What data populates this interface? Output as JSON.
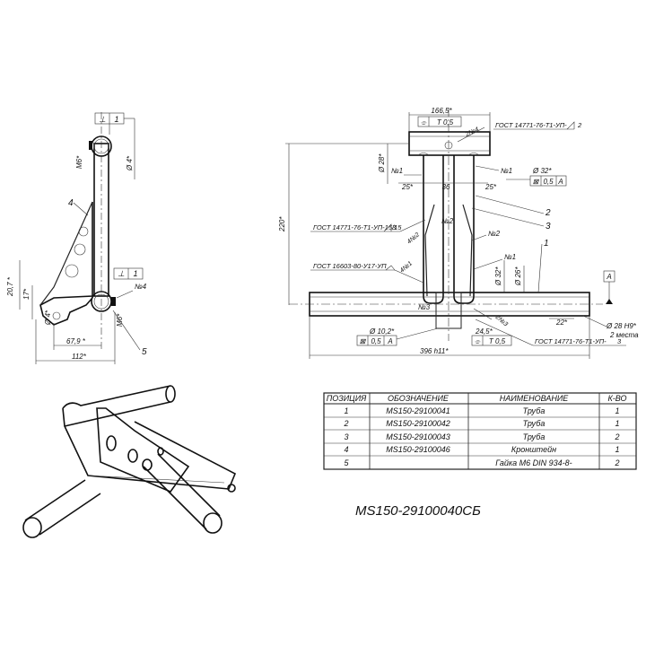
{
  "side_view": {
    "top_frame_mark": "⊥",
    "top_frame_num": "1",
    "bolt_m6_top": "M6*",
    "dia4_top": "Ø 4*",
    "pos4": "4",
    "pos5": "5",
    "frame2_mark": "⊥",
    "frame2_num": "1",
    "weld_n4": "№4",
    "dim_20_7": "20,7 *",
    "dim_17": "17*",
    "dia4_low": "Ø 4*",
    "bolt_m6_low": "M6*",
    "dim_67_9": "67,9 *",
    "dim_112": "112*"
  },
  "front_view": {
    "dim_166_5": "166,5*",
    "tol_t05_top": "T 0,5",
    "weld_n4_top": "2№4",
    "gost_top": "ГОСТ 14771-76-Т1-УП-",
    "gost_top_num": "2",
    "dia28": "Ø 28*",
    "n1_left": "№1",
    "n1_right": "№1",
    "dia32_top": "Ø 32*",
    "tol_05a_top": "0,5",
    "datum_a_top": "A",
    "dim_25_left": "25*",
    "dim_36": "36",
    "dim_25_right": "25*",
    "pos2": "2",
    "pos3": "3",
    "pos1": "1",
    "dim_220": "220*",
    "gost_mid": "ГОСТ 14771-76-Т1-УП-15/15",
    "gost_mid_num": "3",
    "n2_a": "№2",
    "n2_b": "4№2",
    "n2_c": "№2",
    "gost_16603": "ГОСТ 16603-80-У17-УП",
    "n1_lower": "4№1",
    "n1_right_low": "№1",
    "dia32_low": "Ø 32*",
    "dia26": "Ø 26*",
    "datum_a_box": "A",
    "n3_left": "№3",
    "n3_right": "2№3",
    "dim_22": "22*",
    "dia28h9": "Ø 28 H9*",
    "two_places": "2 места",
    "dia10_2": "Ø 10,2*",
    "tol_05a_low": "0,5",
    "datum_a_low": "A",
    "dim_24_5": "24,5*",
    "tol_t05_low": "T 0,5",
    "gost_low": "ГОСТ 14771-76-Т1-УП-",
    "gost_low_num": "3",
    "dim_396": "396 h11*"
  },
  "table": {
    "headers": [
      "ПОЗИЦИЯ",
      "ОБОЗНАЧЕНИЕ",
      "НАИМЕНОВАНИЕ",
      "К-ВО"
    ],
    "rows": [
      [
        "1",
        "MS150-29100041",
        "Труба",
        "1"
      ],
      [
        "2",
        "MS150-29100042",
        "Труба",
        "1"
      ],
      [
        "3",
        "MS150-29100043",
        "Труба",
        "2"
      ],
      [
        "4",
        "MS150-29100046",
        "Кронштейн",
        "1"
      ],
      [
        "5",
        "",
        "Гайка М6 DIN 934-8-",
        "2"
      ]
    ]
  },
  "drawing_code": "MS150-29100040СБ"
}
